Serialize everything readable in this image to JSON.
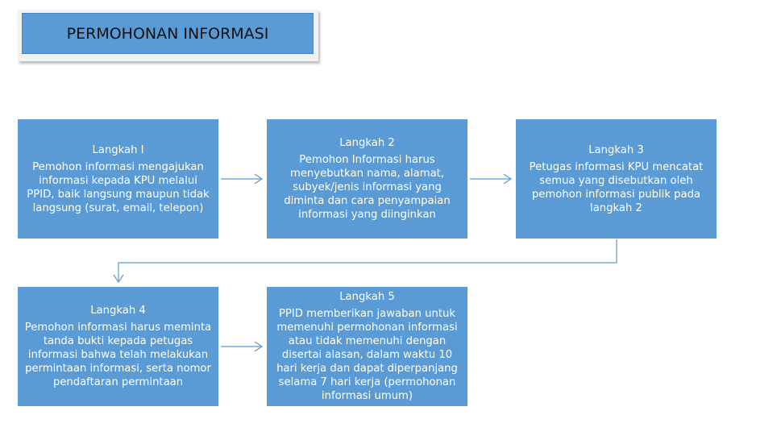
{
  "title": "PERMOHONAN INFORMASI",
  "steps": [
    {
      "heading": "Langkah I",
      "lines": [
        "Pemohon informasi mengajukan",
        "informasi kepada KPU melalui",
        "PPID, baik langsung maupun tidak",
        "langsung (surat, email, telepon)"
      ]
    },
    {
      "heading": "Langkah 2",
      "lines": [
        "Pemohon Informasi harus",
        "menyebutkan nama, alamat,",
        "subyek/jenis informasi yang",
        "diminta dan cara penyampaian",
        "informasi yang diinginkan"
      ]
    },
    {
      "heading": "Langkah 3",
      "lines": [
        "Petugas informasi KPU mencatat",
        "semua yang disebutkan oleh",
        "pemohon informasi publik pada",
        "langkah 2"
      ]
    },
    {
      "heading": "Langkah 4",
      "lines": [
        "Pemohon informasi harus meminta",
        "tanda bukti kepada petugas",
        "informasi bahwa telah melakukan",
        "permintaan informasi, serta nomor",
        "pendaftaran permintaan"
      ]
    },
    {
      "heading": "Langkah 5",
      "lines": [
        "PPID memberikan jawaban untuk",
        "memenuhi permohonan informasi",
        "atau tidak memenuhi dengan",
        "disertai alasan, dalam waktu 10",
        "hari kerja dan dapat diperpanjang",
        "selama 7 hari kerja (permohonan",
        "informasi umum)"
      ]
    }
  ],
  "colors": {
    "box": "#5b9bd5",
    "arrow": "#5b9bd5"
  }
}
